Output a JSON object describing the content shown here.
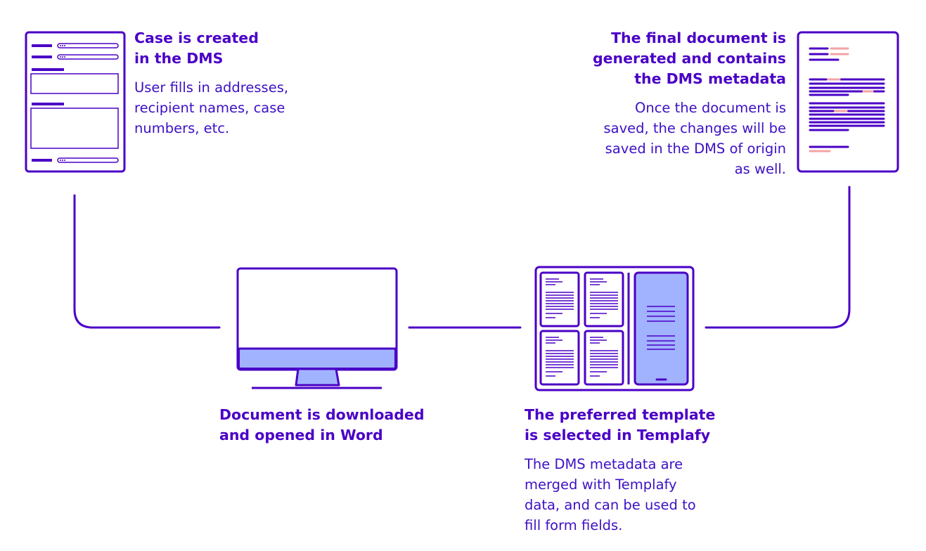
{
  "colors": {
    "primary": "#4a00c6",
    "accent": "#f4a3a3",
    "fill": "#a1b3ff"
  },
  "steps": [
    {
      "title_lines": [
        "Case is created",
        "in the DMS"
      ],
      "description_lines": [
        "User fills in addresses,",
        "recipient names, case",
        "numbers, etc."
      ],
      "icon": "form-icon"
    },
    {
      "title_lines": [
        "Document is downloaded",
        "and opened in Word"
      ],
      "description_lines": [],
      "icon": "monitor-icon"
    },
    {
      "title_lines": [
        "The preferred template",
        "is selected in Templafy"
      ],
      "description_lines": [
        "The DMS metadata are",
        "merged with Templafy",
        "data, and can be used to",
        "fill form fields."
      ],
      "icon": "template-grid-icon"
    },
    {
      "title_lines": [
        "The final document is",
        "generated and contains",
        "the DMS metadata"
      ],
      "description_lines": [
        "Once the document is",
        "saved, the changes will be",
        "saved in the DMS of origin",
        "as well."
      ],
      "icon": "document-icon"
    }
  ]
}
